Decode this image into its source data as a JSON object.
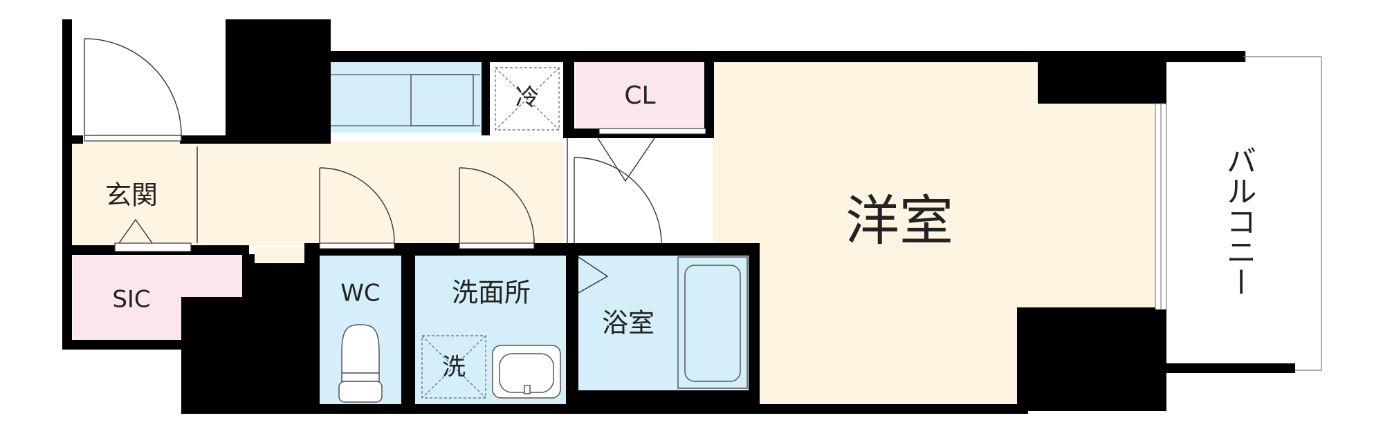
{
  "rooms": {
    "genkan": "玄関",
    "sic": "SIC",
    "wc": "WC",
    "senmenjo": "洗面所",
    "yokushitsu": "浴室",
    "yoshitsu": "洋室",
    "closet": "CL",
    "fridge": "冷",
    "washer": "洗",
    "balcony": "バルコニー"
  },
  "colors": {
    "wall": "#000000",
    "floor": "#fdf5e2",
    "wet_area": "#d4eefa",
    "storage": "#fbe6ee",
    "balcony": "#ffffff"
  }
}
